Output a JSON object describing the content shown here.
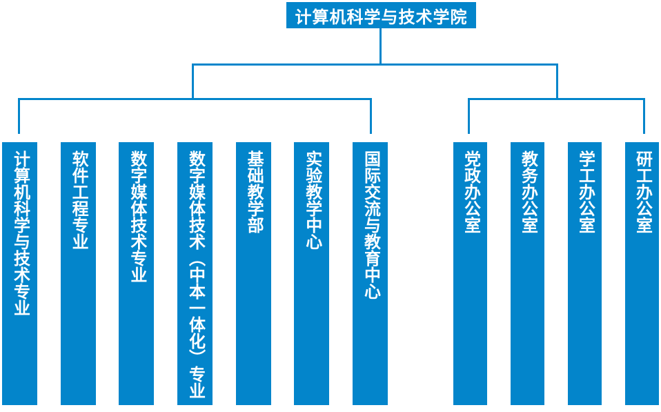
{
  "colors": {
    "primary": "#0385cb",
    "text_on_primary": "#ffffff",
    "background": "#ffffff"
  },
  "root": {
    "label": "计算机科学与技术学院"
  },
  "left_group": {
    "items": [
      {
        "label": "计算机科学与技术专业"
      },
      {
        "label": "软件工程专业"
      },
      {
        "label": "数字媒体技术专业"
      },
      {
        "label": "数字媒体技术（中本一体化）专业"
      },
      {
        "label": "基础教学部"
      },
      {
        "label": "实验教学中心"
      },
      {
        "label": "国际交流与教育中心"
      }
    ]
  },
  "right_group": {
    "items": [
      {
        "label": "党政办公室"
      },
      {
        "label": "教务办公室"
      },
      {
        "label": "学工办公室"
      },
      {
        "label": "研工办公室"
      }
    ]
  }
}
